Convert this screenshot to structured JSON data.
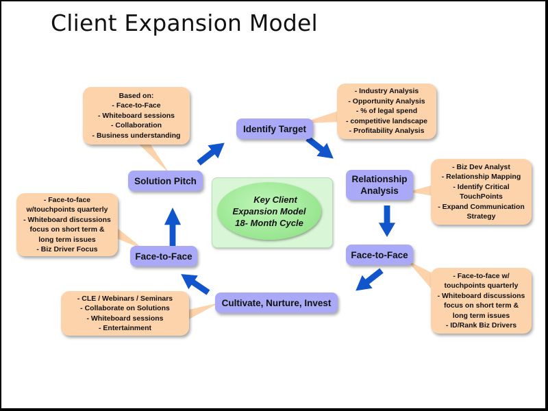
{
  "title": "Client Expansion Model",
  "colors": {
    "node_fill": "#a9a9f7",
    "note_fill": "#fcd3aa",
    "arrow": "#1155cc",
    "center_ellipse": "#98e690",
    "center_box": "#d9f7d6"
  },
  "center": {
    "lines": [
      "Key Client",
      "Expansion Model",
      "18- Month Cycle"
    ]
  },
  "nodes": {
    "identify_target": "Identify Target",
    "relationship_analysis": [
      "Relationship",
      "Analysis"
    ],
    "face_to_face_right": "Face-to-Face",
    "cultivate": "Cultivate, Nurture, Invest",
    "face_to_face_left": "Face-to-Face",
    "solution_pitch": "Solution Pitch"
  },
  "notes": {
    "solution_pitch": [
      "Based on:",
      "- Face-to-Face",
      "- Whiteboard sessions",
      "- Collaboration",
      "- Business understanding"
    ],
    "identify_target": [
      "- Industry Analysis",
      "- Opportunity Analysis",
      "- % of legal spend",
      "- competitive landscape",
      "- Profitability Analysis"
    ],
    "relationship_analysis": [
      "- Biz Dev Analyst",
      "- Relationship Mapping",
      "- Identify Critical",
      "TouchPoints",
      "- Expand Communication",
      "Strategy"
    ],
    "face_to_face_right": [
      "- Face-to-face w/",
      "touchpoints quarterly",
      "- Whiteboard discussions",
      "focus on short term &",
      "long term issues",
      "- ID/Rank Biz Drivers"
    ],
    "face_to_face_left": [
      "- Face-to-face",
      "w/touchpoints quarterly",
      "- Whiteboard discussions",
      "focus on short term &",
      "long term issues",
      "- Biz Driver Focus"
    ],
    "cultivate": [
      "- CLE / Webinars / Seminars",
      "- Collaborate on Solutions",
      "- Whiteboard sessions",
      "- Entertainment"
    ]
  },
  "flow": [
    "Identify Target",
    "Relationship Analysis",
    "Face-to-Face",
    "Cultivate, Nurture, Invest",
    "Face-to-Face",
    "Solution Pitch"
  ]
}
